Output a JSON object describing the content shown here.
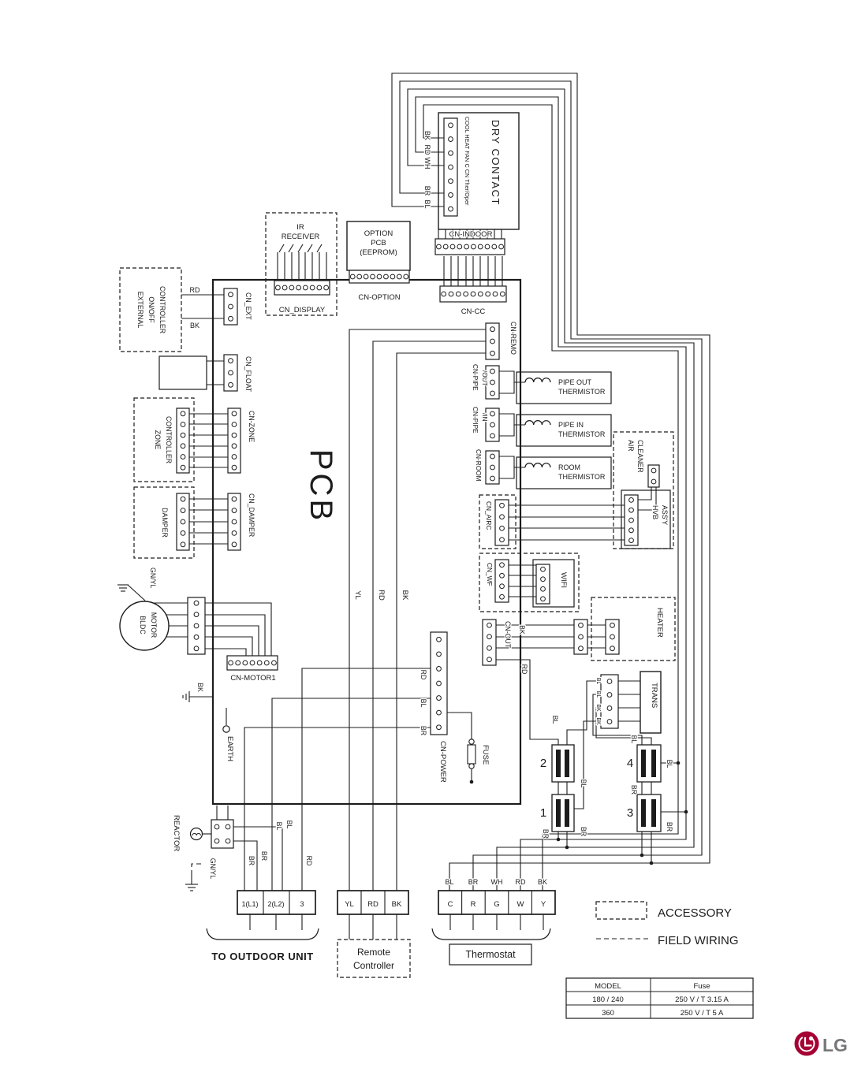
{
  "colors": {
    "line": "#1c1c1c",
    "background": "#ffffff",
    "logo_red": "#a50034",
    "logo_gray": "#77777a"
  },
  "conn": {
    "indoor": "CN-INDOOR",
    "display": "CN_DISPLAY",
    "option": "CN-OPTION",
    "cc": "CN-CC",
    "ext": "CN_EXT",
    "float": "CN_FLOAT",
    "zone": "CN-ZONE",
    "damper": "CN_DAMPER",
    "motor1": "CN-MOTOR1",
    "remo": "CN-REMO",
    "pipe_out_a": "CN-PIPE",
    "pipe_out_b": "/OUT",
    "pipe_in_a": "CN-PIPE",
    "pipe_in_b": "/IN",
    "room": "CN-ROOM",
    "airc": "CN_AIRC",
    "wf": "CN_WF",
    "out": "CN-OUT",
    "power": "CN-POWER"
  },
  "comp": {
    "pcb": "PCB",
    "dry_contact": "DRY CONTACT",
    "dry_contact_pins": "COOL HEAT FAN C CN Ther/Oper",
    "ir_a": "IR",
    "ir_b": "RECEIVER",
    "option_a": "OPTION",
    "option_b": "PCB",
    "option_c": "(EEPROM)",
    "ext_a": "EXTERNAL",
    "ext_b": "ON/OFF",
    "ext_c": "CONTROLLER",
    "zone_a": "ZONE",
    "zone_b": "CONTROLLER",
    "damper": "DAMPER",
    "bldc_a": "BLDC",
    "bldc_b": "MOTOR",
    "pipe_out_a": "PIPE OUT",
    "pipe_out_b": "THERMISTOR",
    "pipe_in_a": "PIPE IN",
    "pipe_in_b": "THERMISTOR",
    "room_a": "ROOM",
    "room_b": "THERMISTOR",
    "air_a": "AIR",
    "air_b": "CLEANER",
    "hvb_a": "HVB",
    "hvb_b": "ASS'Y",
    "wifi": "WIFI",
    "heater": "HEATER",
    "trans": "TRANS",
    "fuse": "FUSE",
    "earth": "EARTH",
    "reactor": "REACTOR"
  },
  "wire": {
    "dc_bk": "BK",
    "dc_rd": "RD",
    "dc_wh": "WH",
    "dc_br": "BR",
    "dc_bl": "BL",
    "ext_rd": "RD",
    "ext_bk": "BK",
    "motor_gnyl": "GN/YL",
    "gnd_bk": "BK",
    "mid_yl": "YL",
    "mid_rd": "RD",
    "mid_bk": "BK",
    "out_bk": "BK",
    "out_rd": "RD",
    "pow_rd": "RD",
    "pow_bl": "BL",
    "pow_br": "BR",
    "tr1": "BL",
    "tr2": "BL",
    "tr3": "BK",
    "tr4": "BK",
    "b2_a": "BL",
    "b2_b": "BL",
    "b1_a": "BR",
    "b1_b": "BR",
    "b4_a": "BL",
    "b4_b": "BL",
    "b3_a": "BR",
    "b3_b": "BR",
    "od_gnyl": "GN/YL",
    "od_br1": "BR",
    "od_br2": "BR",
    "od_bl1": "BL",
    "od_bl2": "BL",
    "od_rd": "RD",
    "th_bl": "BL",
    "th_br": "BR",
    "th_wh": "WH",
    "th_rd": "RD",
    "th_bk": "BK"
  },
  "term": {
    "n1": "1",
    "n2": "2",
    "n3": "3",
    "n4": "4",
    "outdoor": [
      "1(L1)",
      "2(L2)",
      "3"
    ],
    "remote": [
      "YL",
      "RD",
      "BK"
    ],
    "thermostat": [
      "C",
      "R",
      "G",
      "W",
      "Y"
    ],
    "outdoor_caption": "TO OUTDOOR UNIT",
    "remote_caption_a": "Remote",
    "remote_caption_b": "Controller",
    "thermostat_caption": "Thermostat"
  },
  "legend": {
    "accessory": "ACCESSORY",
    "field_wiring": "FIELD WIRING"
  },
  "table": {
    "headers": [
      "MODEL",
      "Fuse"
    ],
    "rows": [
      [
        "180 / 240",
        "250 V / T 3.15 A"
      ],
      [
        "360",
        "250 V / T 5 A"
      ]
    ]
  },
  "logo": {
    "text": "LG"
  }
}
